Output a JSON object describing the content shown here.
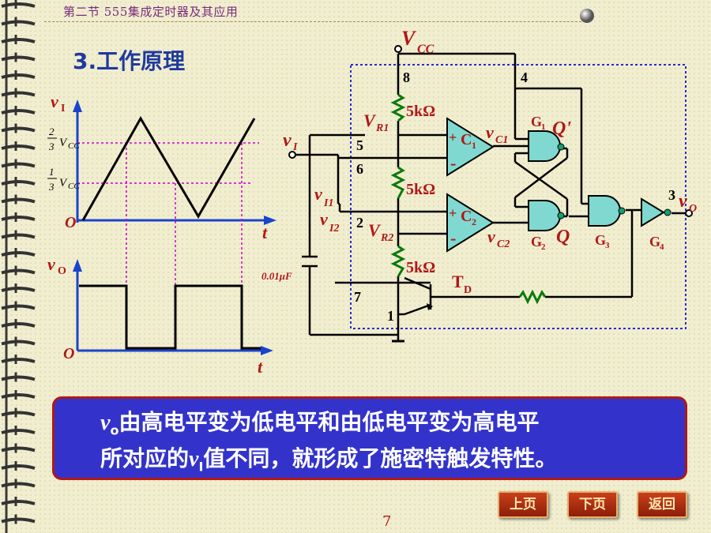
{
  "header": {
    "text": "第二节  555集成定时器及其应用"
  },
  "slide_title": "3.工作原理",
  "waveforms": {
    "input_label": "v",
    "input_sub": "I",
    "output_label": "v",
    "output_sub": "O",
    "time_label": "t",
    "origin_label": "O",
    "level_high_num": "2",
    "level_high_den": "3",
    "level_low_num": "1",
    "level_low_den": "3",
    "level_var": "V",
    "level_sub": "CC"
  },
  "circuit": {
    "vcc": "V",
    "vcc_sub": "CC",
    "pin_8": "8",
    "pin_4": "4",
    "pin_5": "5",
    "pin_6": "6",
    "pin_2": "2",
    "pin_7": "7",
    "pin_1": "1",
    "pin_3": "3",
    "res": "5kΩ",
    "vr1": "V",
    "vr1_sub": "R1",
    "vr2": "V",
    "vr2_sub": "R2",
    "vi": "v",
    "vi_sub": "I",
    "vi1": "v",
    "vi1_sub": "I1",
    "vi2": "v",
    "vi2_sub": "I2",
    "vc1": "v",
    "vc1_sub": "C1",
    "vc2": "v",
    "vc2_sub": "C2",
    "vo": "v",
    "vo_sub": "O",
    "c1": "C",
    "c1_sub": "1",
    "c2": "C",
    "c2_sub": "2",
    "plus": "+",
    "minus": "-",
    "g1": "G",
    "g1_sub": "1",
    "g2": "G",
    "g2_sub": "2",
    "g3": "G",
    "g3_sub": "3",
    "g4": "G",
    "g4_sub": "4",
    "q_prime": "Q'",
    "q": "Q",
    "td": "T",
    "td_sub": "D",
    "cap": "0.01μF"
  },
  "message": {
    "line1_var": "v",
    "line1_sub": "o",
    "line1_text": "由高电平变为低电平和由低电平变为高电平",
    "line2_pre": "所对应的",
    "line2_var": "v",
    "line2_sub": "I",
    "line2_text": "值不同，就形成了施密特触发特性。"
  },
  "nav": {
    "prev": "上页",
    "next": "下页",
    "back": "返回"
  },
  "page_number": "7",
  "colors": {
    "title": "#1f3a9e",
    "accent_red": "#b01818",
    "wire": "#000000",
    "guide": "#cc00cc",
    "dotted_box": "#2a2ad0",
    "gate_fill": "#7fd9d0",
    "resistor": "#0a7a0a"
  }
}
